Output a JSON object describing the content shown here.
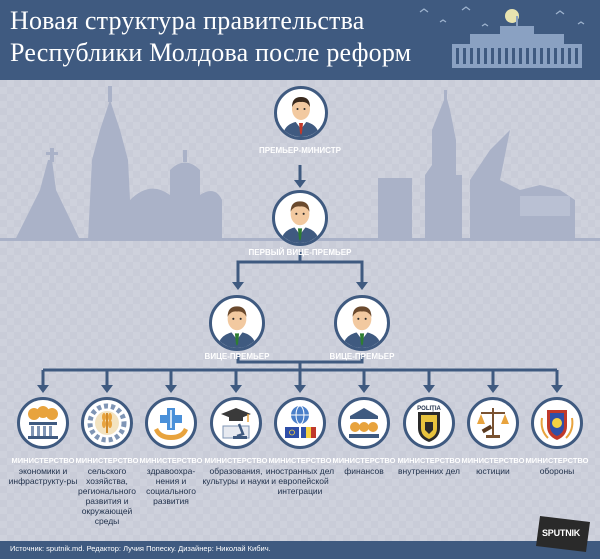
{
  "title": {
    "line1": "Новая структура правительства",
    "line2": "Республики Молдова после реформ"
  },
  "roles": {
    "prime_minister": "ПРЕМЬЕР-МИНИСТР",
    "first_deputy": "ПЕРВЫЙ ВИЦЕ-ПРЕМЬЕР",
    "deputy_1": "ВИЦЕ-ПРЕМЬЕР",
    "deputy_2": "ВИЦЕ-ПРЕМЬЕР"
  },
  "ministries": [
    {
      "title": "МИНИСТЕРСТВО",
      "name": "экономики и инфраструкту-ры",
      "icon": "bank-coins-icon"
    },
    {
      "title": "МИНИСТЕРСТВО",
      "name": "сельского хозяйства, регионального развития и окружающей среды",
      "icon": "wheat-gear-icon"
    },
    {
      "title": "МИНИСТЕРСТВО",
      "name": "здравоохра-нения и социального развития",
      "icon": "medical-hands-icon"
    },
    {
      "title": "МИНИСТЕРСТВО",
      "name": "образования, культуры и науки",
      "icon": "graduation-microscope-icon"
    },
    {
      "title": "МИНИСТЕРСТВО",
      "name": "иностранных дел и европейской интеграции",
      "icon": "globe-flags-icon"
    },
    {
      "title": "МИНИСТЕРСТВО",
      "name": "финансов",
      "icon": "bank-building-icon"
    },
    {
      "title": "МИНИСТЕРСТВО",
      "name": "внутренних дел",
      "icon": "police-shield-icon",
      "badge": "POLIŢIA"
    },
    {
      "title": "МИНИСТЕРСТВО",
      "name": "юстиции",
      "icon": "scales-gavel-icon"
    },
    {
      "title": "МИНИСТЕРСТВО",
      "name": "обороны",
      "icon": "army-emblem-icon"
    }
  ],
  "footer": "Источник: sputnik.md. Редактор: Лучия Попеску. Дизайнер: Николай Кибич.",
  "brand": "SPUTNIK",
  "colors": {
    "header": "#3f5a80",
    "background": "#c9ccd8",
    "connector": "#3f5a80",
    "tie_red": "#c0392b",
    "tie_green": "#2e7d32",
    "accent_orange": "#e8a33d"
  }
}
